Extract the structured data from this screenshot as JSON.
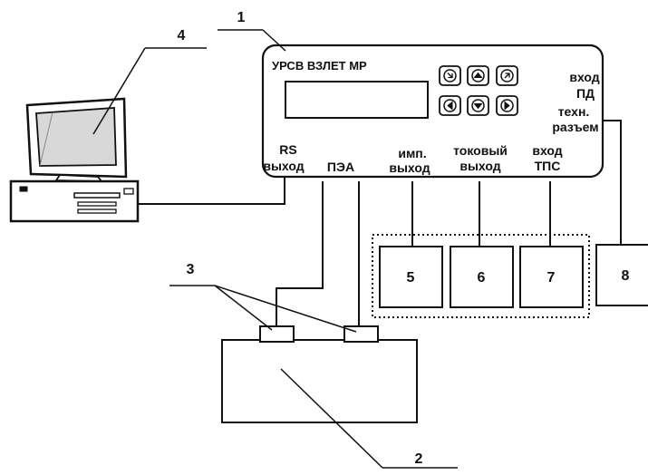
{
  "device": {
    "title": "УРСВ ВЗЛЕТ МР",
    "ports": {
      "rs_line1": "RS",
      "rs_line2": "выход",
      "pea": "ПЭА",
      "imp_line1": "имп.",
      "imp_line2": "выход",
      "cur_line1": "токовый",
      "cur_line2": "выход",
      "tps_line1": "вход",
      "tps_line2": "ТПС",
      "pd_line1": "вход",
      "pd_line2": "ПД",
      "tech_line1": "техн.",
      "tech_line2": "разъем"
    }
  },
  "callouts": {
    "n1": "1",
    "n2": "2",
    "n3": "3",
    "n4": "4",
    "n5": "5",
    "n6": "6",
    "n7": "7",
    "n8": "8"
  }
}
